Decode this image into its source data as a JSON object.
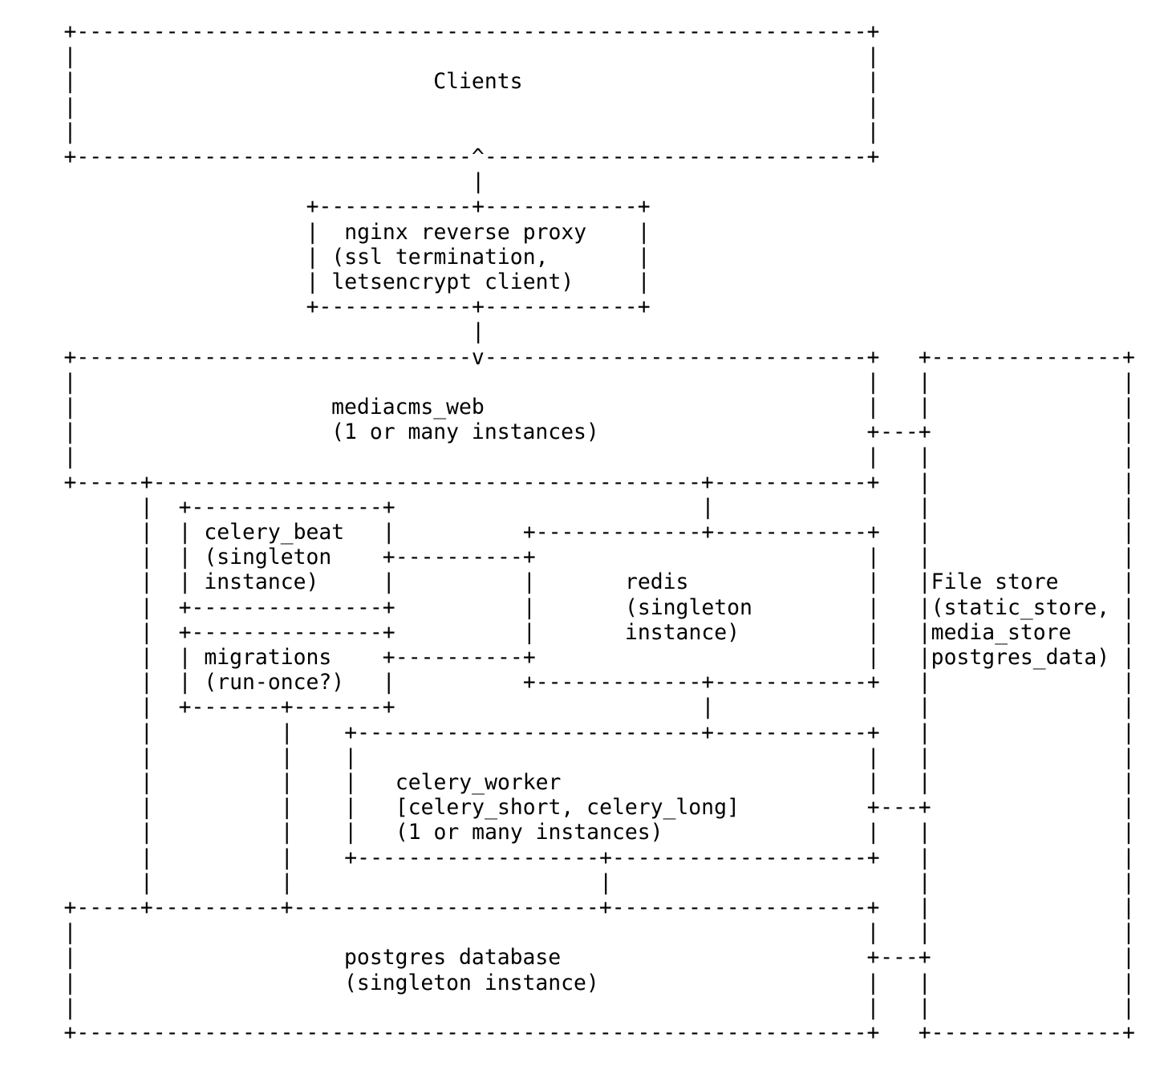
{
  "page": {
    "background_color": "#ffffff",
    "text_color": "#000000"
  },
  "diagram": {
    "boxes": {
      "clients": {
        "label": "Clients",
        "ascii": [
          "+--------------------------------------------------------------+",
          "|                                                              |",
          "|                            Clients                           |",
          "|                                                              |",
          "|                                                              |",
          "+-------------------------------^------------------------------+"
        ]
      },
      "nginx_reverse_proxy": {
        "label": "nginx reverse proxy (ssl termination, letsencrypt client)",
        "ascii": [
          "+------------+------------+",
          "|  nginx reverse proxy    |",
          "| (ssl termination,       |",
          "| letsencrypt client)     |",
          "+------------+------------+"
        ]
      },
      "mediacms_web": {
        "label": "mediacms_web (1 or many instances)",
        "ascii": [
          "+-------------------------------v------------------------------+",
          "|                                                              |",
          "|                    mediacms_web                              |",
          "|                    (1 or many instances)                     +",
          "|                                                              |",
          "+-----+-------------------------------------------+------------+"
        ]
      },
      "celery_beat": {
        "label": "celery_beat (singleton instance)",
        "ascii": [
          "+---------------+",
          "| celery_beat   |",
          "| (singleton    +",
          "| instance)     |",
          "+---------------+"
        ]
      },
      "redis": {
        "label": "redis (singleton instance)",
        "ascii": [
          "+-------------+------------+",
          "+                          |",
          "|       redis              |",
          "|       (singleton         |",
          "|       instance)          |",
          "+                          |",
          "+-------------+------------+"
        ]
      },
      "migrations": {
        "label": "migrations (run-once?)",
        "ascii": [
          "+---------------+",
          "| migrations    +",
          "| (run-once?)   |",
          "+-------+-------+"
        ]
      },
      "celery_worker": {
        "label": "celery_worker [celery_short, celery_long] (1 or many instances)",
        "ascii": [
          "+---------------------------+------------+",
          "|                                        |",
          "|   celery_worker                        |",
          "|   [celery_short, celery_long]          +",
          "|   (1 or many instances)                |",
          "+-------------------+--------------------+"
        ]
      },
      "postgres_database": {
        "label": "postgres database (singleton instance)",
        "ascii": [
          "+-----+----------+------------------------+--------------------+",
          "|                                                              |",
          "|                     postgres database                        +",
          "|                     (singleton instance)                     |",
          "|                                                              |",
          "+--------------------------------------------------------------+"
        ]
      },
      "file_store": {
        "label": "File store (static_store, media_store postgres_data)",
        "ascii": [
          "+---------------+",
          "|               |",
          "|               |",
          "+               |",
          "|               |",
          "|               |",
          "|               |",
          "|               |",
          "|               |",
          "|File store     |",
          "|(static_store, |",
          "|media_store    |",
          "|postgres_data) |",
          "|               |",
          "|               |",
          "|               |",
          "|               |",
          "|               |",
          "+               |",
          "|               |",
          "|               |",
          "|               |",
          "|               |",
          "|               |",
          "+               |",
          "|               |",
          "|               |",
          "+---------------+"
        ]
      }
    },
    "edges": {
      "clients_to_nginx": {
        "ascii": [
          "|"
        ]
      },
      "nginx_to_mediacms": {
        "ascii": [
          "|"
        ]
      },
      "mediacms_to_file_store": {
        "ascii": [
          "---"
        ]
      },
      "mediacms_to_redis": {
        "ascii": [
          "|"
        ]
      },
      "mediacms_to_postgres": {
        "ascii": [
          "|",
          "|",
          "|",
          "|",
          "|",
          "|",
          "|",
          "|",
          "|",
          "|",
          "|",
          "|",
          "|",
          "|",
          "|",
          "|"
        ]
      },
      "celery_beat_to_redis": {
        "ascii": [
          "----------"
        ]
      },
      "migrations_to_redis": {
        "ascii": [
          "----------"
        ]
      },
      "redis_to_celery_worker": {
        "ascii": [
          "|"
        ]
      },
      "migrations_to_postgres": {
        "ascii": [
          "|",
          "|",
          "|",
          "|",
          "|",
          "|",
          "|"
        ]
      },
      "celery_worker_to_file_store": {
        "ascii": [
          "---"
        ]
      },
      "celery_worker_to_postgres": {
        "ascii": [
          "|"
        ]
      },
      "postgres_to_file_store": {
        "ascii": [
          "---"
        ]
      }
    }
  }
}
